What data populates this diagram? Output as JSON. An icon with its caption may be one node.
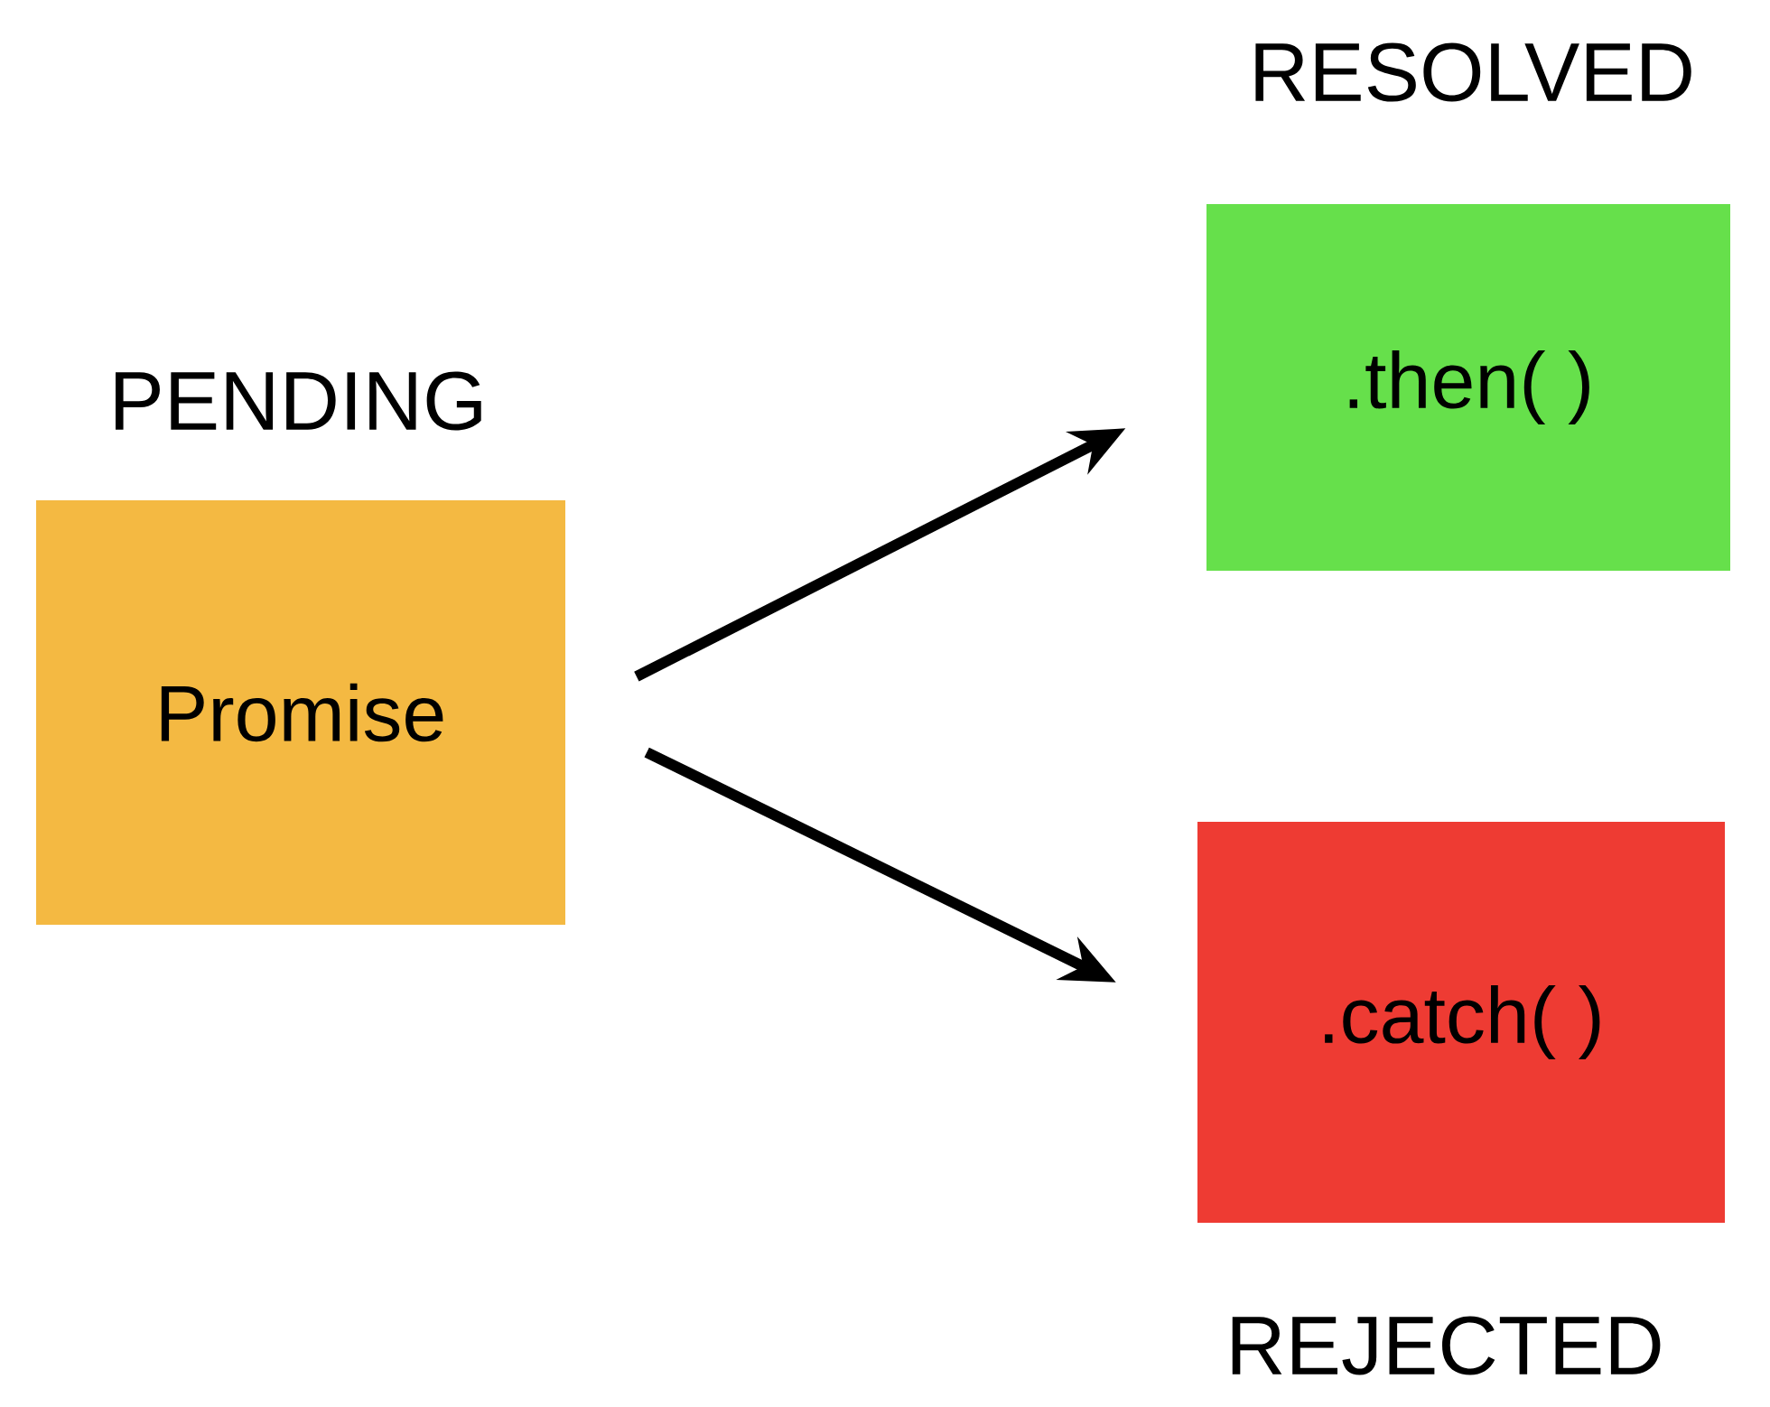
{
  "diagram": {
    "nodes": [
      {
        "text": [
          "PENDING",
          "Promise"
        ]
      },
      {
        "text": [
          "RESOLVED",
          ".then( )"
        ]
      },
      {
        "text": [
          ".catch( )",
          "REJECTED"
        ]
      }
    ],
    "edges": [
      {
        "from": 0,
        "to": 1,
        "arrow": "to"
      },
      {
        "from": 0,
        "to": 2,
        "arrow": "to"
      }
    ]
  }
}
